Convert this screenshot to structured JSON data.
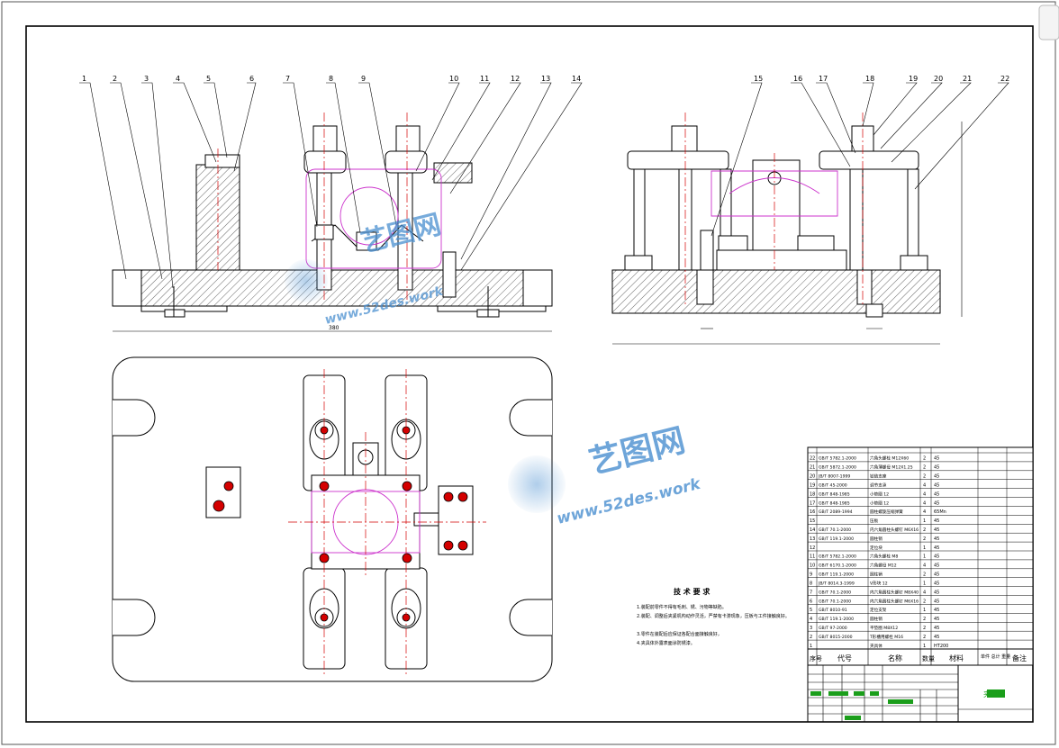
{
  "balloons": [
    "1",
    "2",
    "3",
    "4",
    "5",
    "6",
    "7",
    "8",
    "9",
    "10",
    "11",
    "12",
    "13",
    "14",
    "15",
    "16",
    "17",
    "18",
    "19",
    "20",
    "21",
    "22"
  ],
  "tech_requirements": {
    "title": "技 术 要 求",
    "lines": [
      "1.装配前零件不得有毛刺、锈、污物等缺陷。",
      "2.装配、调整后夹紧机构动作灵活，严禁有卡滞现象，压板与工件接触良好。",
      "3.零件在装配后应保证各配合面接触良好，",
      "4.夹具体外露表面涂防锈漆。"
    ]
  },
  "watermark": {
    "brand": "艺图网",
    "url": "www.52des.work"
  },
  "bom": {
    "rows": [
      {
        "no": "22",
        "code": "GB/T 5782.1-2000",
        "name": "六角头螺栓 M12X60",
        "qty": "2",
        "mat": "45"
      },
      {
        "no": "21",
        "code": "GB/T 5872.1-2000",
        "name": "六角薄螺母 M12X1.25",
        "qty": "2",
        "mat": "45"
      },
      {
        "no": "20",
        "code": "JB/T 8007-1999",
        "name": "铰链支座",
        "qty": "2",
        "mat": "45"
      },
      {
        "no": "19",
        "code": "GB/T 45-2000",
        "name": "调节支承",
        "qty": "4",
        "mat": "45"
      },
      {
        "no": "18",
        "code": "GB/T 848-1985",
        "name": "小垫圈 12",
        "qty": "4",
        "mat": "45"
      },
      {
        "no": "17",
        "code": "GB/T 848-1985",
        "name": "小垫圈 12",
        "qty": "4",
        "mat": "45"
      },
      {
        "no": "16",
        "code": "GB/T 2089-1994",
        "name": "圆柱螺旋压缩弹簧",
        "qty": "4",
        "mat": "65Mn"
      },
      {
        "no": "15",
        "code": "",
        "name": "压板",
        "qty": "1",
        "mat": "45"
      },
      {
        "no": "14",
        "code": "GB/T 70.1-2000",
        "name": "内六角圆柱头螺钉 M6X16",
        "qty": "2",
        "mat": "45"
      },
      {
        "no": "13",
        "code": "GB/T 119.1-2000",
        "name": "圆柱销",
        "qty": "2",
        "mat": "45"
      },
      {
        "no": "12",
        "code": "",
        "name": "定位块",
        "qty": "1",
        "mat": "45"
      },
      {
        "no": "11",
        "code": "GB/T 5782.1-2000",
        "name": "六角头螺栓 M8",
        "qty": "1",
        "mat": "45"
      },
      {
        "no": "10",
        "code": "GB/T 6170.1-2000",
        "name": "六角螺母 M12",
        "qty": "4",
        "mat": "45"
      },
      {
        "no": "9",
        "code": "GB/T 119.1-2000",
        "name": "圆柱销",
        "qty": "2",
        "mat": "45"
      },
      {
        "no": "8",
        "code": "JB/T 8014.3-1999",
        "name": "V形块 12",
        "qty": "1",
        "mat": "45"
      },
      {
        "no": "7",
        "code": "GB/T 70.1-2000",
        "name": "内六角圆柱头螺钉 M8X40",
        "qty": "4",
        "mat": "45"
      },
      {
        "no": "6",
        "code": "GB/T 70.1-2000",
        "name": "内六角圆柱头螺钉 M6X16",
        "qty": "2",
        "mat": "45"
      },
      {
        "no": "5",
        "code": "GB/T 8010-91",
        "name": "定位支架",
        "qty": "1",
        "mat": "45"
      },
      {
        "no": "4",
        "code": "GB/T 119.1-2000",
        "name": "圆柱销",
        "qty": "2",
        "mat": "45"
      },
      {
        "no": "3",
        "code": "GB/T 97-2000",
        "name": "平垫圈 M8X12",
        "qty": "2",
        "mat": "45"
      },
      {
        "no": "2",
        "code": "GB/T 8015-2000",
        "name": "T形槽用螺栓 M16",
        "qty": "2",
        "mat": "45"
      },
      {
        "no": "1",
        "code": "",
        "name": "夹具体",
        "qty": "1",
        "mat": "HT200"
      }
    ],
    "headers": {
      "no": "序号",
      "code": "代号",
      "name": "名称",
      "qty": "数量",
      "mat": "材料",
      "wt": "单件 总计 重量",
      "remark": "备注"
    }
  },
  "title_block": {
    "drawing_name": "夹具图"
  },
  "colors": {
    "line": "#000000",
    "center": "#d40000",
    "phantom": "#cc33cc",
    "hatch": "#000000",
    "green": "#1b9e1b",
    "watermark": "#4a8fd0"
  }
}
